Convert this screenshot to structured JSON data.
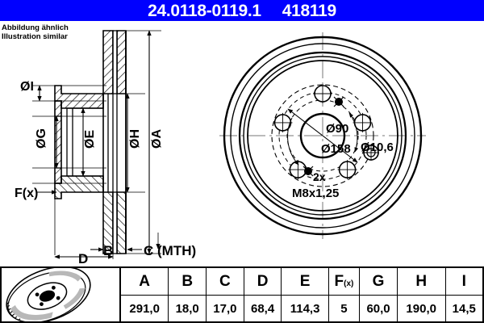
{
  "header": {
    "part_number": "24.0118-0119.1",
    "article_number": "418119",
    "bar_color": "#0000ff",
    "text_color": "#ffffff"
  },
  "notes": {
    "line_de": "Abbildung ähnlich",
    "line_en": "Illustration similar"
  },
  "section_view": {
    "title": "brake-disc-cross-section",
    "dimension_labels": [
      {
        "id": "oI",
        "text": "ØI"
      },
      {
        "id": "oG",
        "text": "ØG"
      },
      {
        "id": "oE",
        "text": "ØE"
      },
      {
        "id": "oH",
        "text": "ØH"
      },
      {
        "id": "oA",
        "text": "ØA"
      },
      {
        "id": "fx",
        "text": "F(x)"
      },
      {
        "id": "B",
        "text": "B"
      },
      {
        "id": "C",
        "text": "C (MTH)"
      },
      {
        "id": "D",
        "text": "D"
      }
    ]
  },
  "face_view": {
    "title": "brake-disc-face-view",
    "annotations": [
      {
        "id": "bore",
        "text": "Ø90"
      },
      {
        "id": "pcd",
        "text": "Ø158"
      },
      {
        "id": "hole",
        "text": "Ø10,6"
      },
      {
        "id": "thread-count",
        "text": "2x"
      },
      {
        "id": "thread-spec",
        "text": "M8x1,25"
      }
    ]
  },
  "spec_table": {
    "headers": [
      "A",
      "B",
      "C",
      "D",
      "E",
      "F(x)",
      "G",
      "H",
      "I"
    ],
    "header_fx_main": "F",
    "header_fx_sub": "(x)",
    "values": [
      "291,0",
      "18,0",
      "17,0",
      "68,4",
      "114,3",
      "5",
      "60,0",
      "190,0",
      "14,5"
    ]
  },
  "thumbnail": {
    "label": "brake-disc-photo"
  }
}
